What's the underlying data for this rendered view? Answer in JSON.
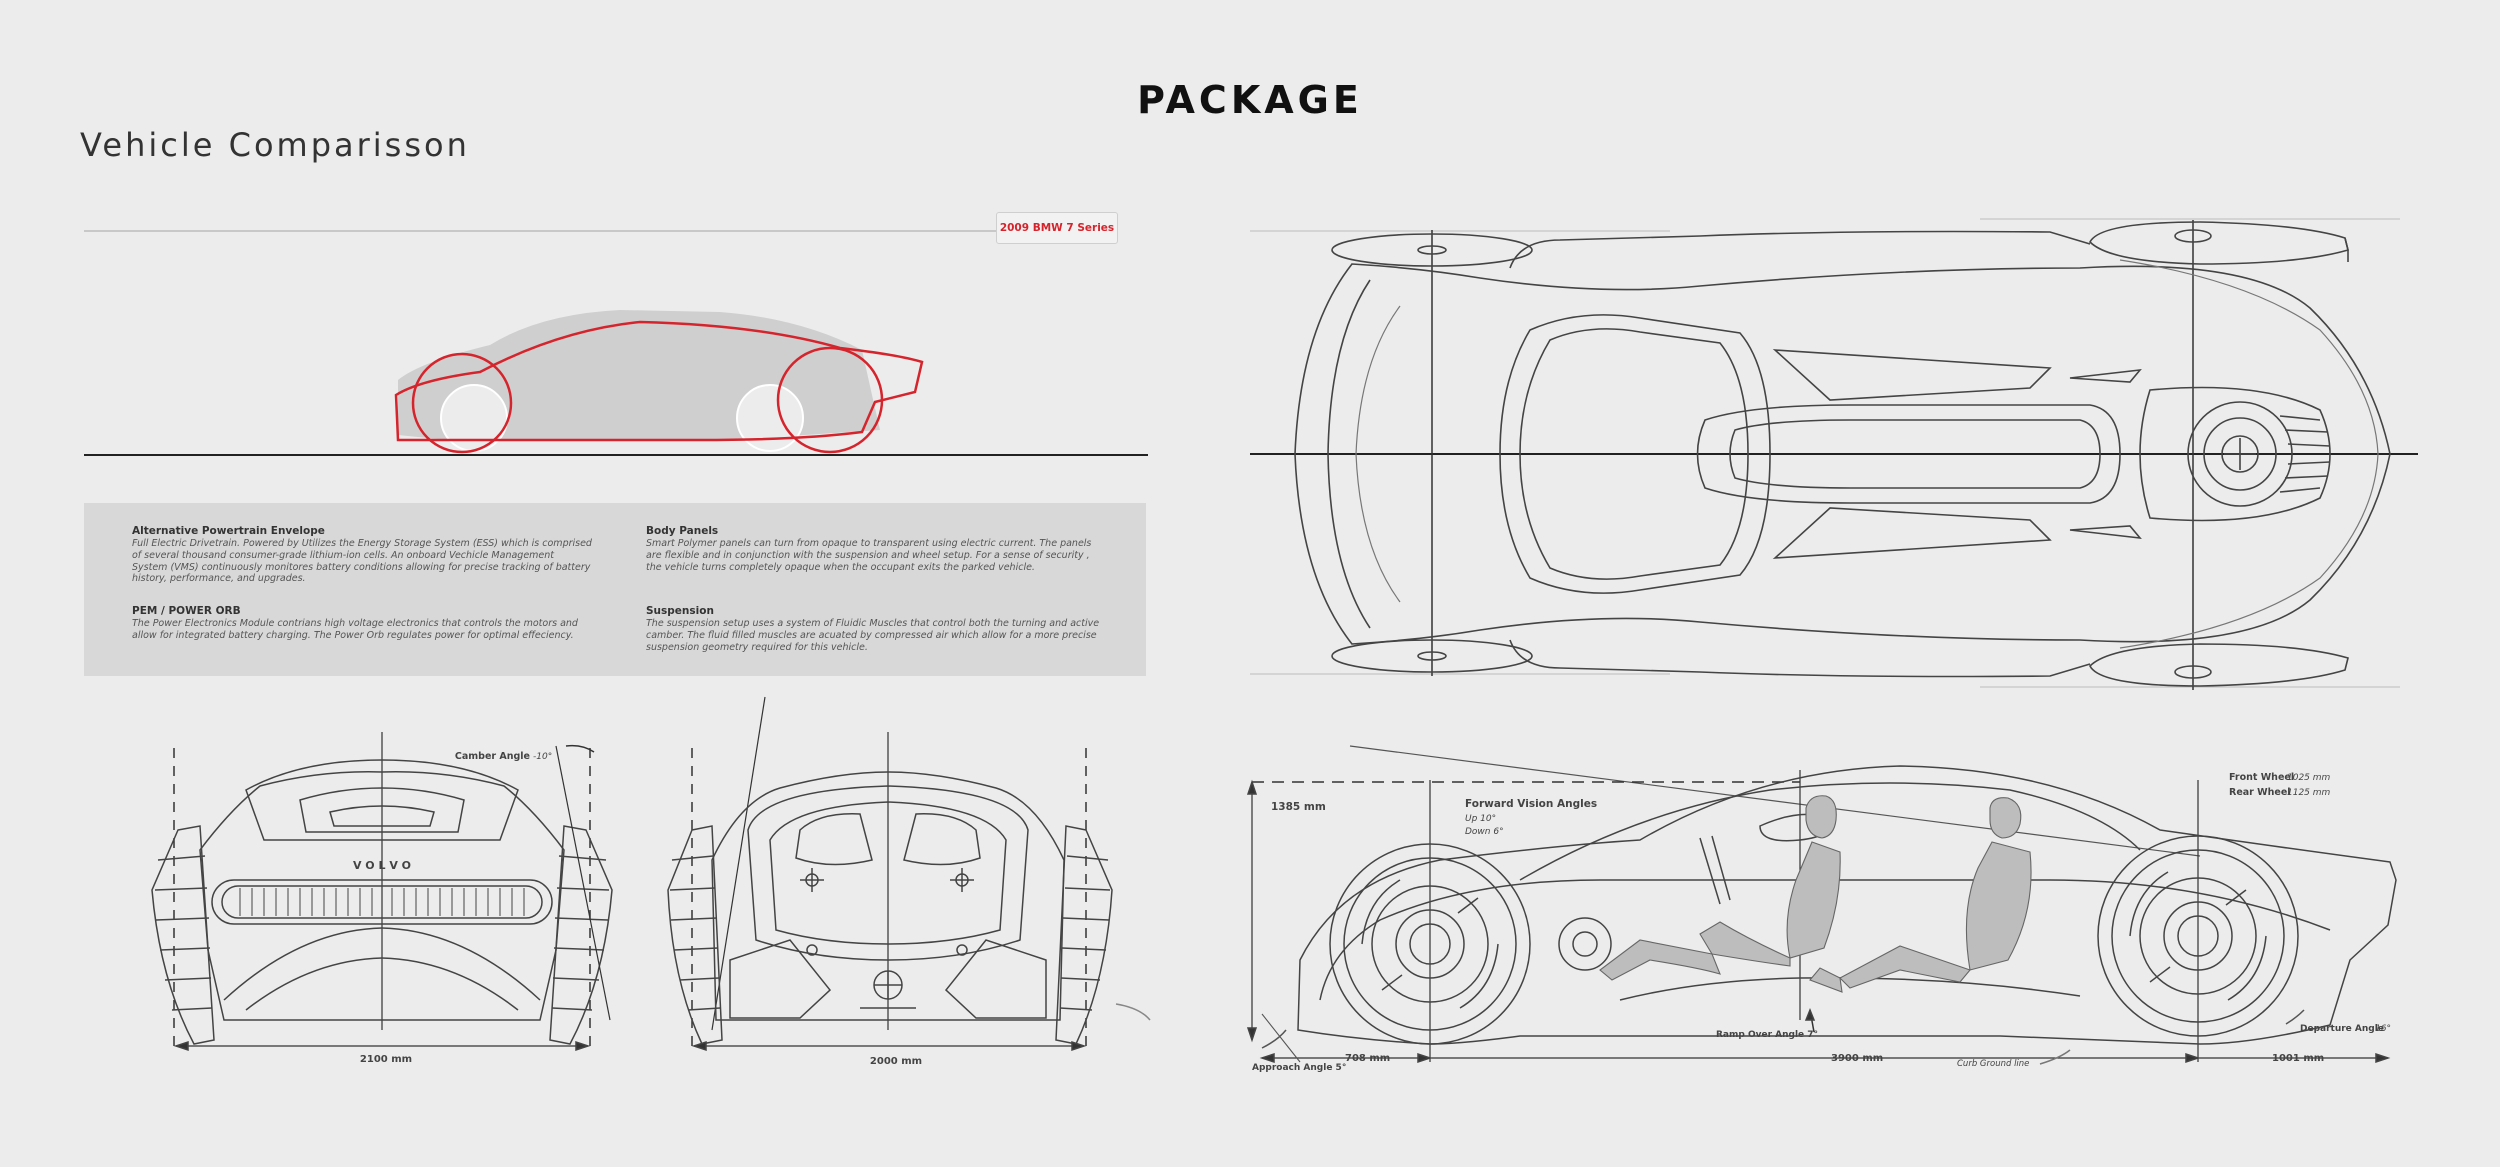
{
  "page_title": "PACKAGE",
  "section_title": "Vehicle Comparisson",
  "comparison_badge": "2009  BMW  7 Series",
  "info_blocks": [
    {
      "heading": "Alternative Powertrain Envelope",
      "body": "Full Electric Drivetrain. Powered by Utilizes the Energy Storage System (ESS) which is comprised of several thousand consumer-grade lithium-ion cells. An onboard Vechicle Management System (VMS) continuously monitores battery conditions allowing for precise tracking of battery history, performance, and upgrades."
    },
    {
      "heading": "Body Panels",
      "body": "Smart Polymer panels can turn from opaque to transparent using electric current. The panels are flexible and in conjunction with the suspension and wheel setup. For a sense of security , the vehicle turns completely opaque when the occupant exits the parked vehicle."
    },
    {
      "heading": "PEM / POWER ORB",
      "body": "The Power Electronics Module contrians high voltage electronics that controls the motors and allow for integrated battery charging. The Power Orb regulates power for optimal effeciency."
    },
    {
      "heading": "Suspension",
      "body": "The suspension setup uses a system of Fluidic Muscles that control both the turning and active camber. The fluid filled muscles are acuated by compressed air which allow for a more precise suspension geometry required for this vehicle."
    }
  ],
  "front_view": {
    "camber_label": "Camber Angle",
    "camber_value": "-10°",
    "brand": "V O L V O",
    "width_label": "2100 mm"
  },
  "rear_view": {
    "width_label": "2000 mm"
  },
  "side_view": {
    "height_label": "1385 mm",
    "vision_title": "Forward Vision Angles",
    "vision_up": "Up 10°",
    "vision_down": "Down 6°",
    "front_wheel_label": "Front Wheel",
    "front_wheel_value": "1025 mm",
    "rear_wheel_label": "Rear Wheel",
    "rear_wheel_value": "1125 mm",
    "approach_angle": "Approach Angle 5°",
    "front_overhang": "708 mm",
    "ramp_over_angle": "Ramp Over Angle 7°",
    "wheelbase": "3900 mm",
    "curb_ground_line": "Curb Ground line",
    "departure_angle_label": "Departure Angle",
    "departure_angle_value": "16°",
    "rear_overhang": "1001 mm"
  }
}
